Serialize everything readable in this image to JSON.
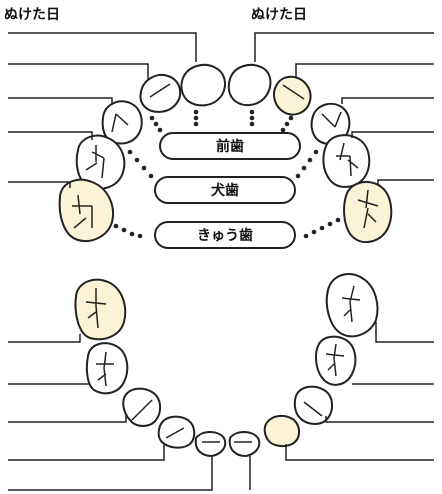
{
  "header": {
    "left_title": "ぬけた日",
    "right_title": "ぬけた日"
  },
  "labels": {
    "front": "前歯",
    "canine": "犬歯",
    "molar": "きゅう歯"
  },
  "colors": {
    "lost": "#fbf3d5",
    "normal": "#ffffff",
    "ink": "#222222"
  }
}
